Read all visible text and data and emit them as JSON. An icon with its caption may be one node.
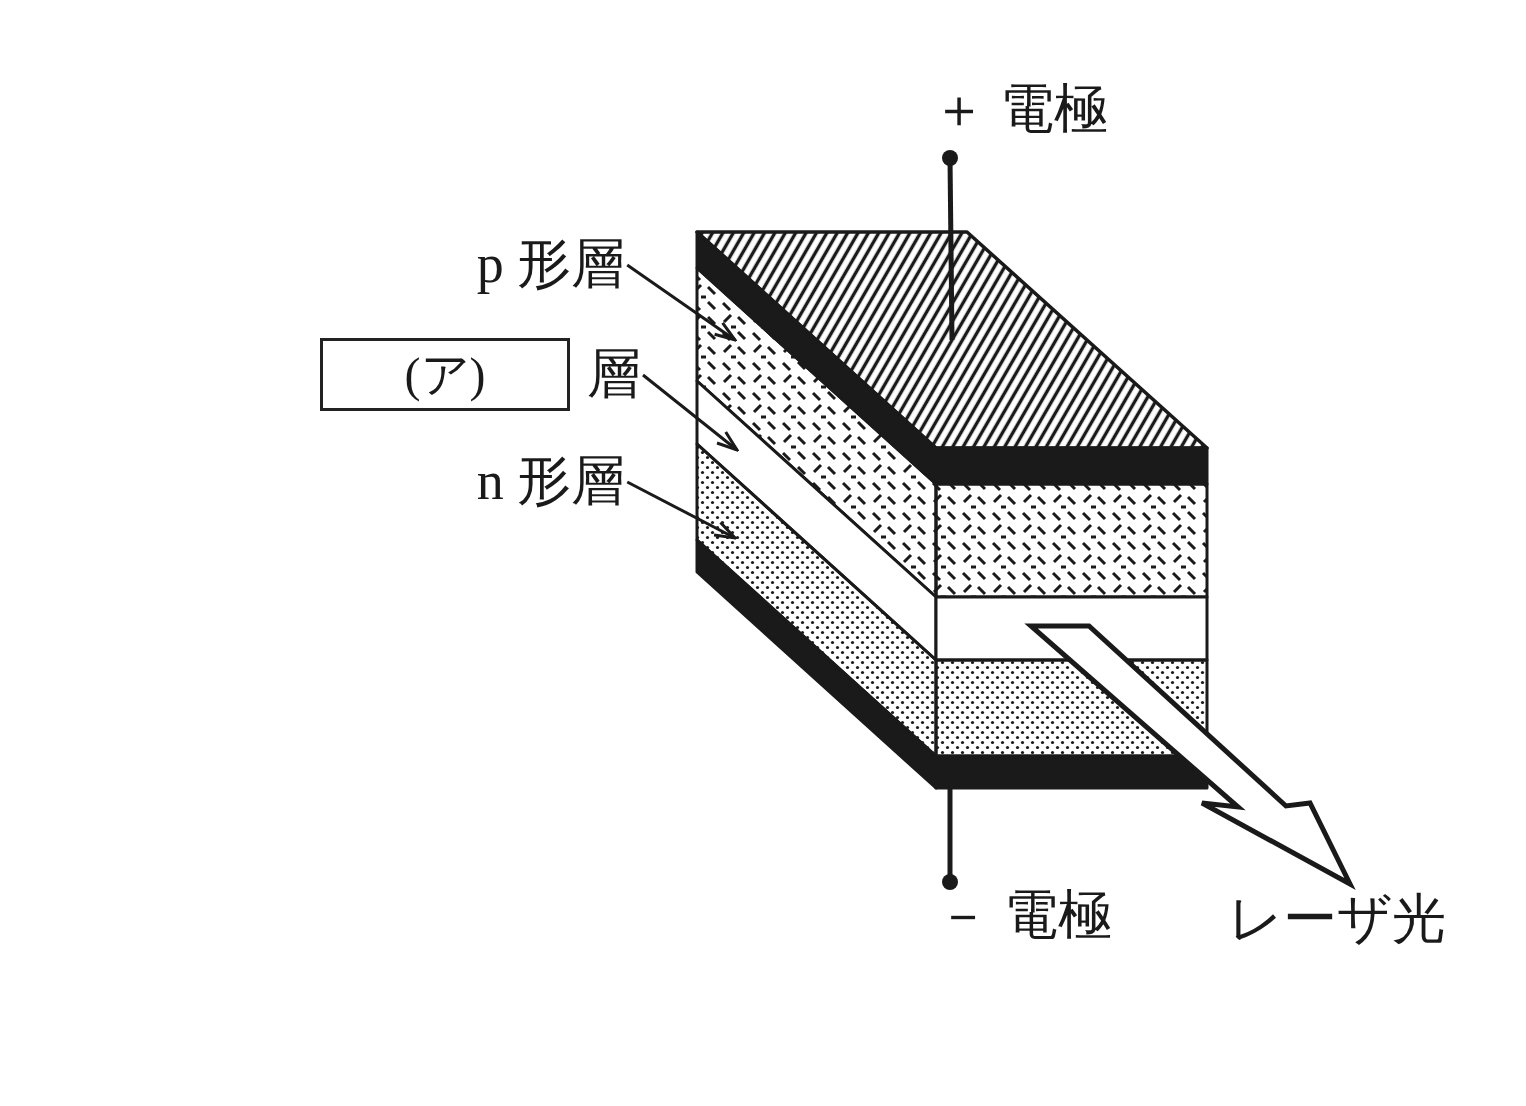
{
  "diagram": {
    "nodes": [
      {
        "text": [
          "p 形層"
        ]
      },
      {
        "text": [
          "(ア)"
        ]
      },
      {
        "text": [
          "層"
        ]
      },
      {
        "text": [
          "n 形層"
        ]
      },
      {
        "text": [],
        "shape": "box"
      },
      {
        "text": [],
        "shape": "box"
      },
      {
        "text": [],
        "shape": "box"
      }
    ],
    "edges": [
      {
        "from": 0,
        "to": 4,
        "arrow": "to"
      },
      {
        "from": 2,
        "to": 5,
        "arrow": "to"
      },
      {
        "from": 3,
        "to": 6,
        "arrow": "to"
      }
    ],
    "labels": [
      "＋ 電極",
      "－ 電極",
      "レーザ光"
    ]
  }
}
